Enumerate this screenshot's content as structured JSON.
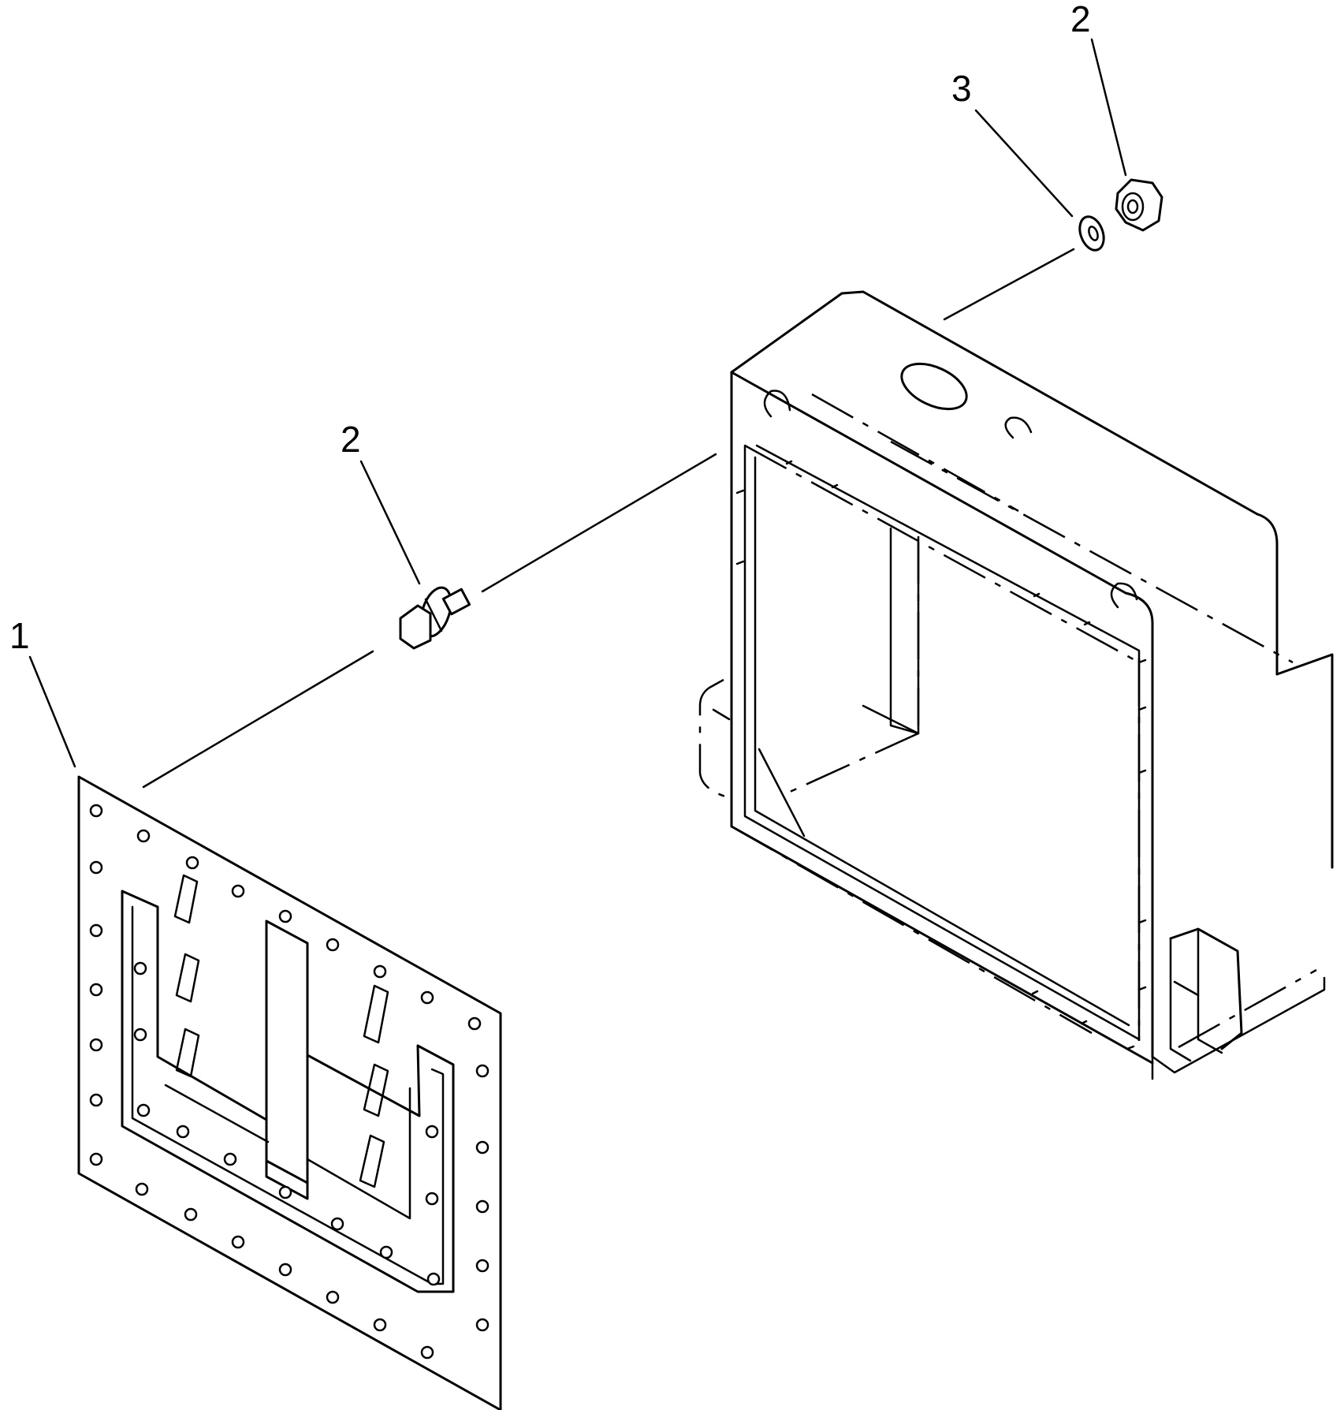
{
  "callouts": {
    "cover_plate": "1",
    "bolt": "2",
    "nut": "2",
    "washer": "3"
  },
  "colors": {
    "line": "#000000",
    "background": "#ffffff"
  }
}
